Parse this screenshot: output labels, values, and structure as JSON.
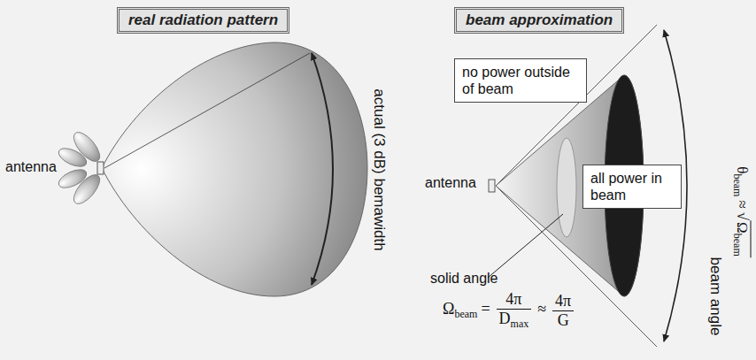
{
  "diagram": {
    "nodes": [
      {
        "text": [
          "real radiation pattern"
        ]
      },
      {
        "text": [
          "beam approximation"
        ]
      },
      {
        "text": [
          "no power outside of beam"
        ]
      },
      {
        "text": [
          "all power in beam"
        ]
      }
    ],
    "labels": [
      "antenna",
      "actual (3 dB) bemawidth",
      "antenna",
      "solid angle",
      "Ω",
      "beam",
      "=",
      "4π",
      "D",
      "max",
      "≈",
      "4π",
      "G",
      "beam angle",
      "θ",
      "beam",
      "≈",
      "√",
      "Ω",
      "beam"
    ]
  }
}
